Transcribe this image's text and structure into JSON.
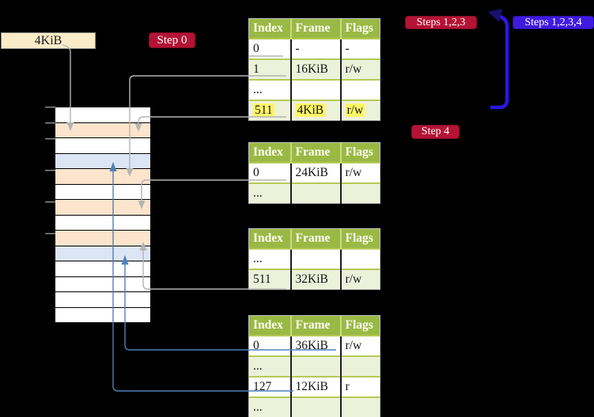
{
  "background": "#000000",
  "labels": {
    "page_size": "4KiB"
  },
  "badges": {
    "step0": "Step 0",
    "steps123": "Steps 1,2,3",
    "steps1234": "Steps 1,2,3,4",
    "step4": "Step 4"
  },
  "colors": {
    "crimson_badge": "#b41335",
    "blue_badge": "#3f1be0",
    "table_header_bg": "#9ab944",
    "table_alt_row_bg": "#ecf1da",
    "highlight_yellow": "#fff566",
    "page_size_box_bg": "#fbecc9",
    "strip_white": "#ffffff",
    "strip_orange": "#fce4cd",
    "strip_blue": "#dbe5f4",
    "connector_gray": "#b4b4b4",
    "connector_blue": "#4f81bd",
    "big_arrow_blue": "#2b16e8"
  },
  "memory_strip": {
    "rows": [
      "white",
      "orange",
      "white",
      "blue",
      "orange",
      "white",
      "orange",
      "white",
      "orange",
      "blue",
      "white",
      "white",
      "white",
      "white"
    ]
  },
  "page_tables": [
    {
      "name": "page-table-top",
      "columns": [
        "Index",
        "Frame",
        "Flags"
      ],
      "rows": [
        {
          "index": "0",
          "frame": "-",
          "flags": "-",
          "shade": "white",
          "highlighted": false
        },
        {
          "index": "1",
          "frame": "16KiB",
          "flags": "r/w",
          "shade": "green",
          "highlighted": false
        },
        {
          "index": "...",
          "frame": "",
          "flags": "",
          "shade": "white",
          "highlighted": false
        },
        {
          "index": "511",
          "frame": "4KiB",
          "flags": "r/w",
          "shade": "green",
          "highlighted": true
        }
      ]
    },
    {
      "name": "page-table-second",
      "columns": [
        "Index",
        "Frame",
        "Flags"
      ],
      "rows": [
        {
          "index": "0",
          "frame": "24KiB",
          "flags": "r/w",
          "shade": "white",
          "highlighted": false
        },
        {
          "index": "...",
          "frame": "",
          "flags": "",
          "shade": "green",
          "highlighted": false
        }
      ]
    },
    {
      "name": "page-table-third",
      "columns": [
        "Index",
        "Frame",
        "Flags"
      ],
      "rows": [
        {
          "index": "...",
          "frame": "",
          "flags": "",
          "shade": "white",
          "highlighted": false
        },
        {
          "index": "511",
          "frame": "32KiB",
          "flags": "r/w",
          "shade": "green",
          "highlighted": false
        }
      ]
    },
    {
      "name": "page-table-bottom",
      "columns": [
        "Index",
        "Frame",
        "Flags"
      ],
      "rows": [
        {
          "index": "0",
          "frame": "36KiB",
          "flags": "r/w",
          "shade": "white",
          "highlighted": false
        },
        {
          "index": "...",
          "frame": "",
          "flags": "",
          "shade": "green",
          "highlighted": false
        },
        {
          "index": "127",
          "frame": "12KiB",
          "flags": "r",
          "shade": "white",
          "highlighted": false
        },
        {
          "index": "...",
          "frame": "",
          "flags": "",
          "shade": "green",
          "highlighted": false
        }
      ]
    }
  ],
  "connections": [
    {
      "from": "4KiB label box",
      "to": "memory strip row 2",
      "color": "gray"
    },
    {
      "from": "page-table-top row 511 (4KiB)",
      "to": "memory strip row 2",
      "color": "gray"
    },
    {
      "from": "page-table-top row 1 (16KiB)",
      "to": "memory strip row 5",
      "color": "gray"
    },
    {
      "from": "page-table-second row 0 (24KiB)",
      "to": "memory strip row 7",
      "color": "gray"
    },
    {
      "from": "page-table-third row 511 (32KiB)",
      "to": "memory strip row 9",
      "color": "gray"
    },
    {
      "from": "page-table-bottom row 0 (36KiB)",
      "to": "memory strip row 10",
      "color": "blue"
    },
    {
      "from": "page-table-bottom row 127 (12KiB)",
      "to": "memory strip row 4",
      "color": "blue"
    },
    {
      "from": "bottom of page-table-top",
      "to": "top of page-table-top",
      "color": "big-blue-loop"
    }
  ]
}
